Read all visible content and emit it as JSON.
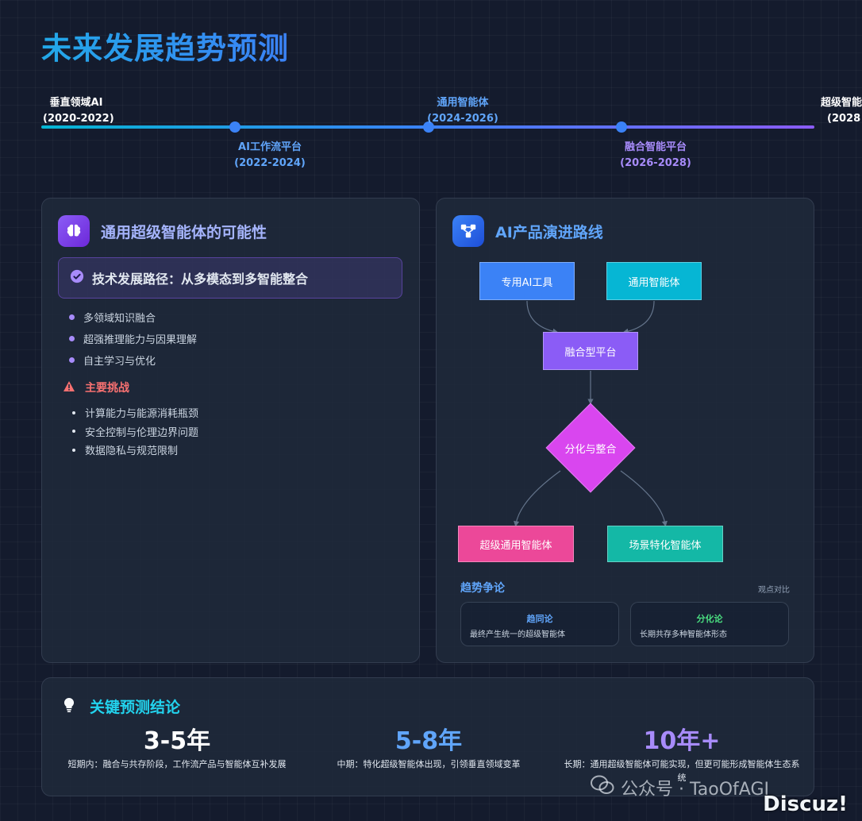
{
  "page": {
    "title": "未来发展趋势预测"
  },
  "timeline": [
    {
      "name": "垂直领域AI",
      "years": "(2020-2022)",
      "color": "#ffffff"
    },
    {
      "name": "AI工作流平台",
      "years": "(2022-2024)",
      "color": "#60a5fa"
    },
    {
      "name": "通用智能体",
      "years": "(2024-2026)",
      "color": "#60a5fa"
    },
    {
      "name": "融合智能平台",
      "years": "(2026-2028)",
      "color": "#a78bfa"
    },
    {
      "name": "超级智能",
      "years": "(2028",
      "color": "#ffffff"
    }
  ],
  "left_card": {
    "title": "通用超级智能体的可能性",
    "icon": "brain-icon",
    "path_title": "技术发展路径：从多模态到多智能整合",
    "features": [
      "多领域知识融合",
      "超强推理能力与因果理解",
      "自主学习与优化"
    ],
    "challenge_title": "主要挑战",
    "challenges": [
      "计算能力与能源消耗瓶颈",
      "安全控制与伦理边界问题",
      "数据隐私与规范限制"
    ]
  },
  "right_card": {
    "title": "AI产品演进路线",
    "icon": "network-icon",
    "nodes": {
      "special_ai": "专用AI工具",
      "general_agent": "通用智能体",
      "fusion": "融合型平台",
      "decision": "分化与整合",
      "super_agent": "超级通用智能体",
      "scene_agent": "场景特化智能体"
    },
    "node_colors": {
      "special_ai": "#3b82f6",
      "general_agent": "#06b6d4",
      "fusion": "#8b5cf6",
      "decision": "#d946ef",
      "super_agent": "#ec4899",
      "scene_agent": "#14b8a6"
    },
    "debate_title": "趋势争论",
    "debate_subtitle": "观点对比",
    "debates": [
      {
        "title": "趋同论",
        "desc": "最终产生统一的超级智能体",
        "color": "#60a5fa"
      },
      {
        "title": "分化论",
        "desc": "长期共存多种智能体形态",
        "color": "#4ade80"
      }
    ]
  },
  "conclusion": {
    "title": "关键预测结论",
    "icon": "lightbulb-icon",
    "items": [
      {
        "value": "3-5年",
        "desc": "短期内：融合与共存阶段，工作流产品与智能体互补发展",
        "color": "#ffffff"
      },
      {
        "value": "5-8年",
        "desc": "中期：特化超级智能体出现，引领垂直领域变革",
        "color": "#60a5fa"
      },
      {
        "value": "10年+",
        "desc": "长期：通用超级智能体可能实现，但更可能形成智能体生态系统",
        "color": "#a78bfa"
      }
    ]
  },
  "watermark": {
    "text": "公众号 · TaoOfAGI",
    "brand": "Discuz!"
  }
}
